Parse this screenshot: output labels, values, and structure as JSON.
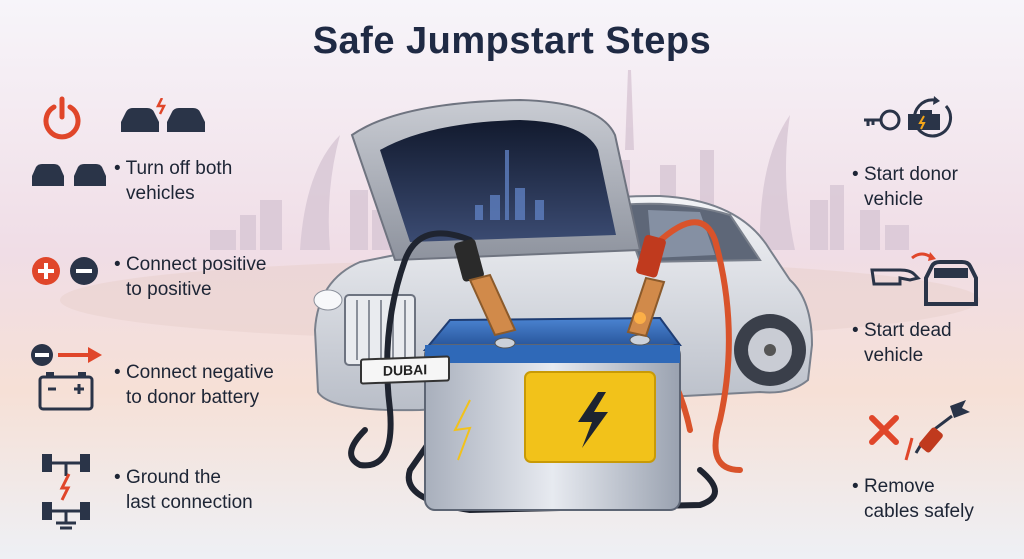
{
  "title": "Safe Jumpstart Steps",
  "left_steps": [
    {
      "line1": "Turn off both",
      "line2": "vehicles",
      "icon": "power-icon"
    },
    {
      "line1": "Connect positive",
      "line2": "to positive",
      "icon": "plus-minus-icon"
    },
    {
      "line1": "Connect negative",
      "line2": "to donor battery",
      "icon": "battery-arrow-icon"
    },
    {
      "line1": "Ground the",
      "line2": "last connection",
      "icon": "ground-icon"
    }
  ],
  "right_steps": [
    {
      "line1": "Start donor",
      "line2": "vehicle",
      "icon": "key-engine-icon"
    },
    {
      "line1": "Start dead",
      "line2": "vehicle",
      "icon": "hand-car-icon"
    },
    {
      "line1": "Remove",
      "line2": "cables safely",
      "icon": "remove-clamp-icon"
    }
  ],
  "plate_text": "DUBAI",
  "colors": {
    "accent_red": "#e0462a",
    "battery_yellow": "#f2c21a",
    "battery_blue": "#2f69b8",
    "cable_orange": "#d9532b",
    "icon_dark": "#2a3448"
  }
}
